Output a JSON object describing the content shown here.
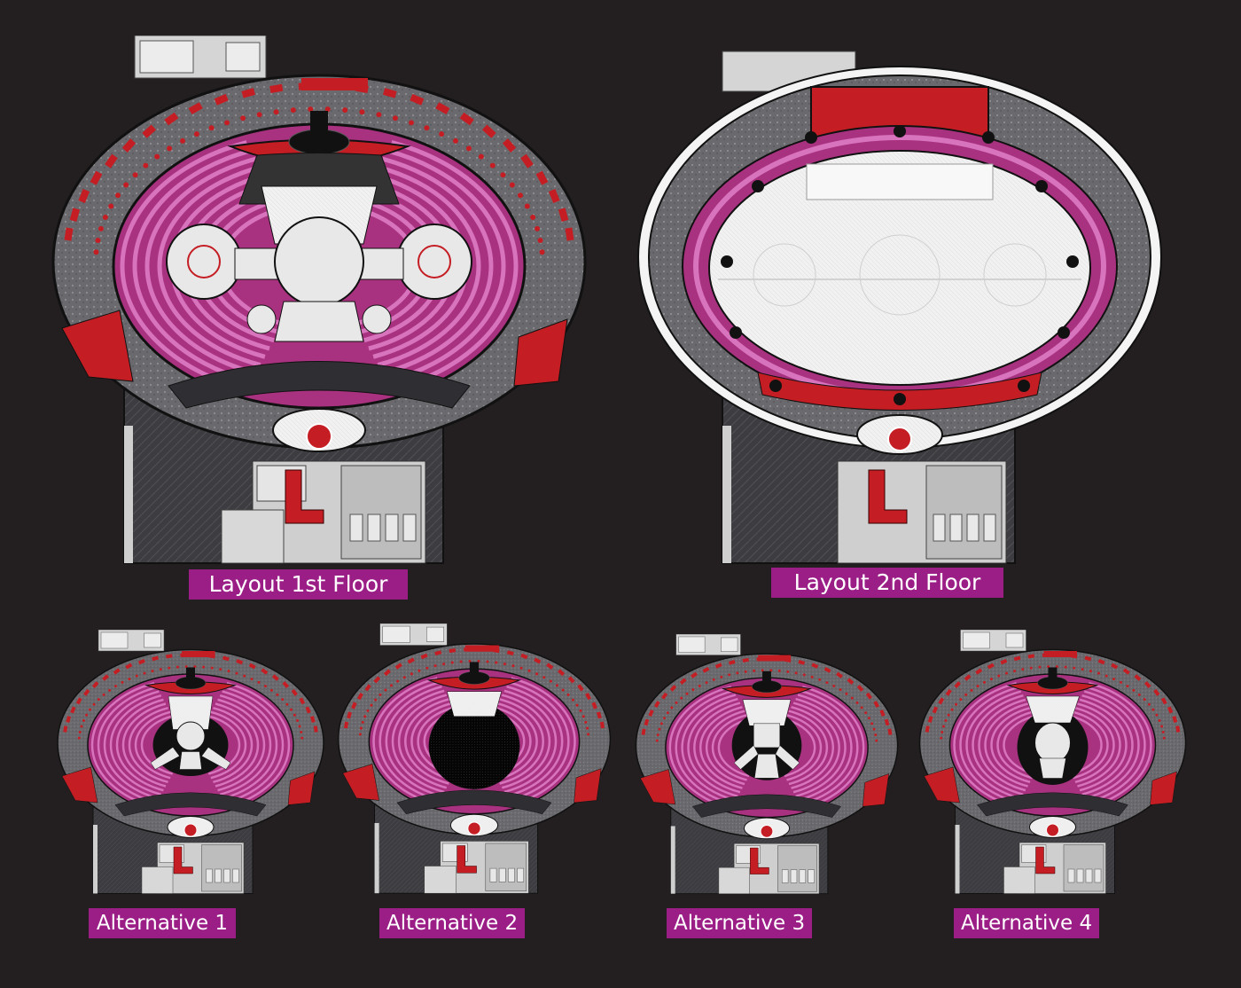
{
  "labels": {
    "floor1": "Layout 1st Floor",
    "floor2": "Layout 2nd Floor",
    "alt1": "Alternative 1",
    "alt2": "Alternative 2",
    "alt3": "Alternative 3",
    "alt4": "Alternative 4"
  },
  "colors": {
    "background": "#231f20",
    "label": "#9b1d86",
    "seating": "#a8327f",
    "seatRows": "#d873bd",
    "ring": "#6e6e72",
    "red": "#c41e24",
    "stage": "#e8e8e8",
    "floor": "#4a4a4e"
  },
  "plans": [
    {
      "id": "floor1",
      "variant": "floor1"
    },
    {
      "id": "floor2",
      "variant": "floor2"
    },
    {
      "id": "alt1",
      "variant": "alt1"
    },
    {
      "id": "alt2",
      "variant": "alt2"
    },
    {
      "id": "alt3",
      "variant": "alt3"
    },
    {
      "id": "alt4",
      "variant": "alt4"
    }
  ]
}
